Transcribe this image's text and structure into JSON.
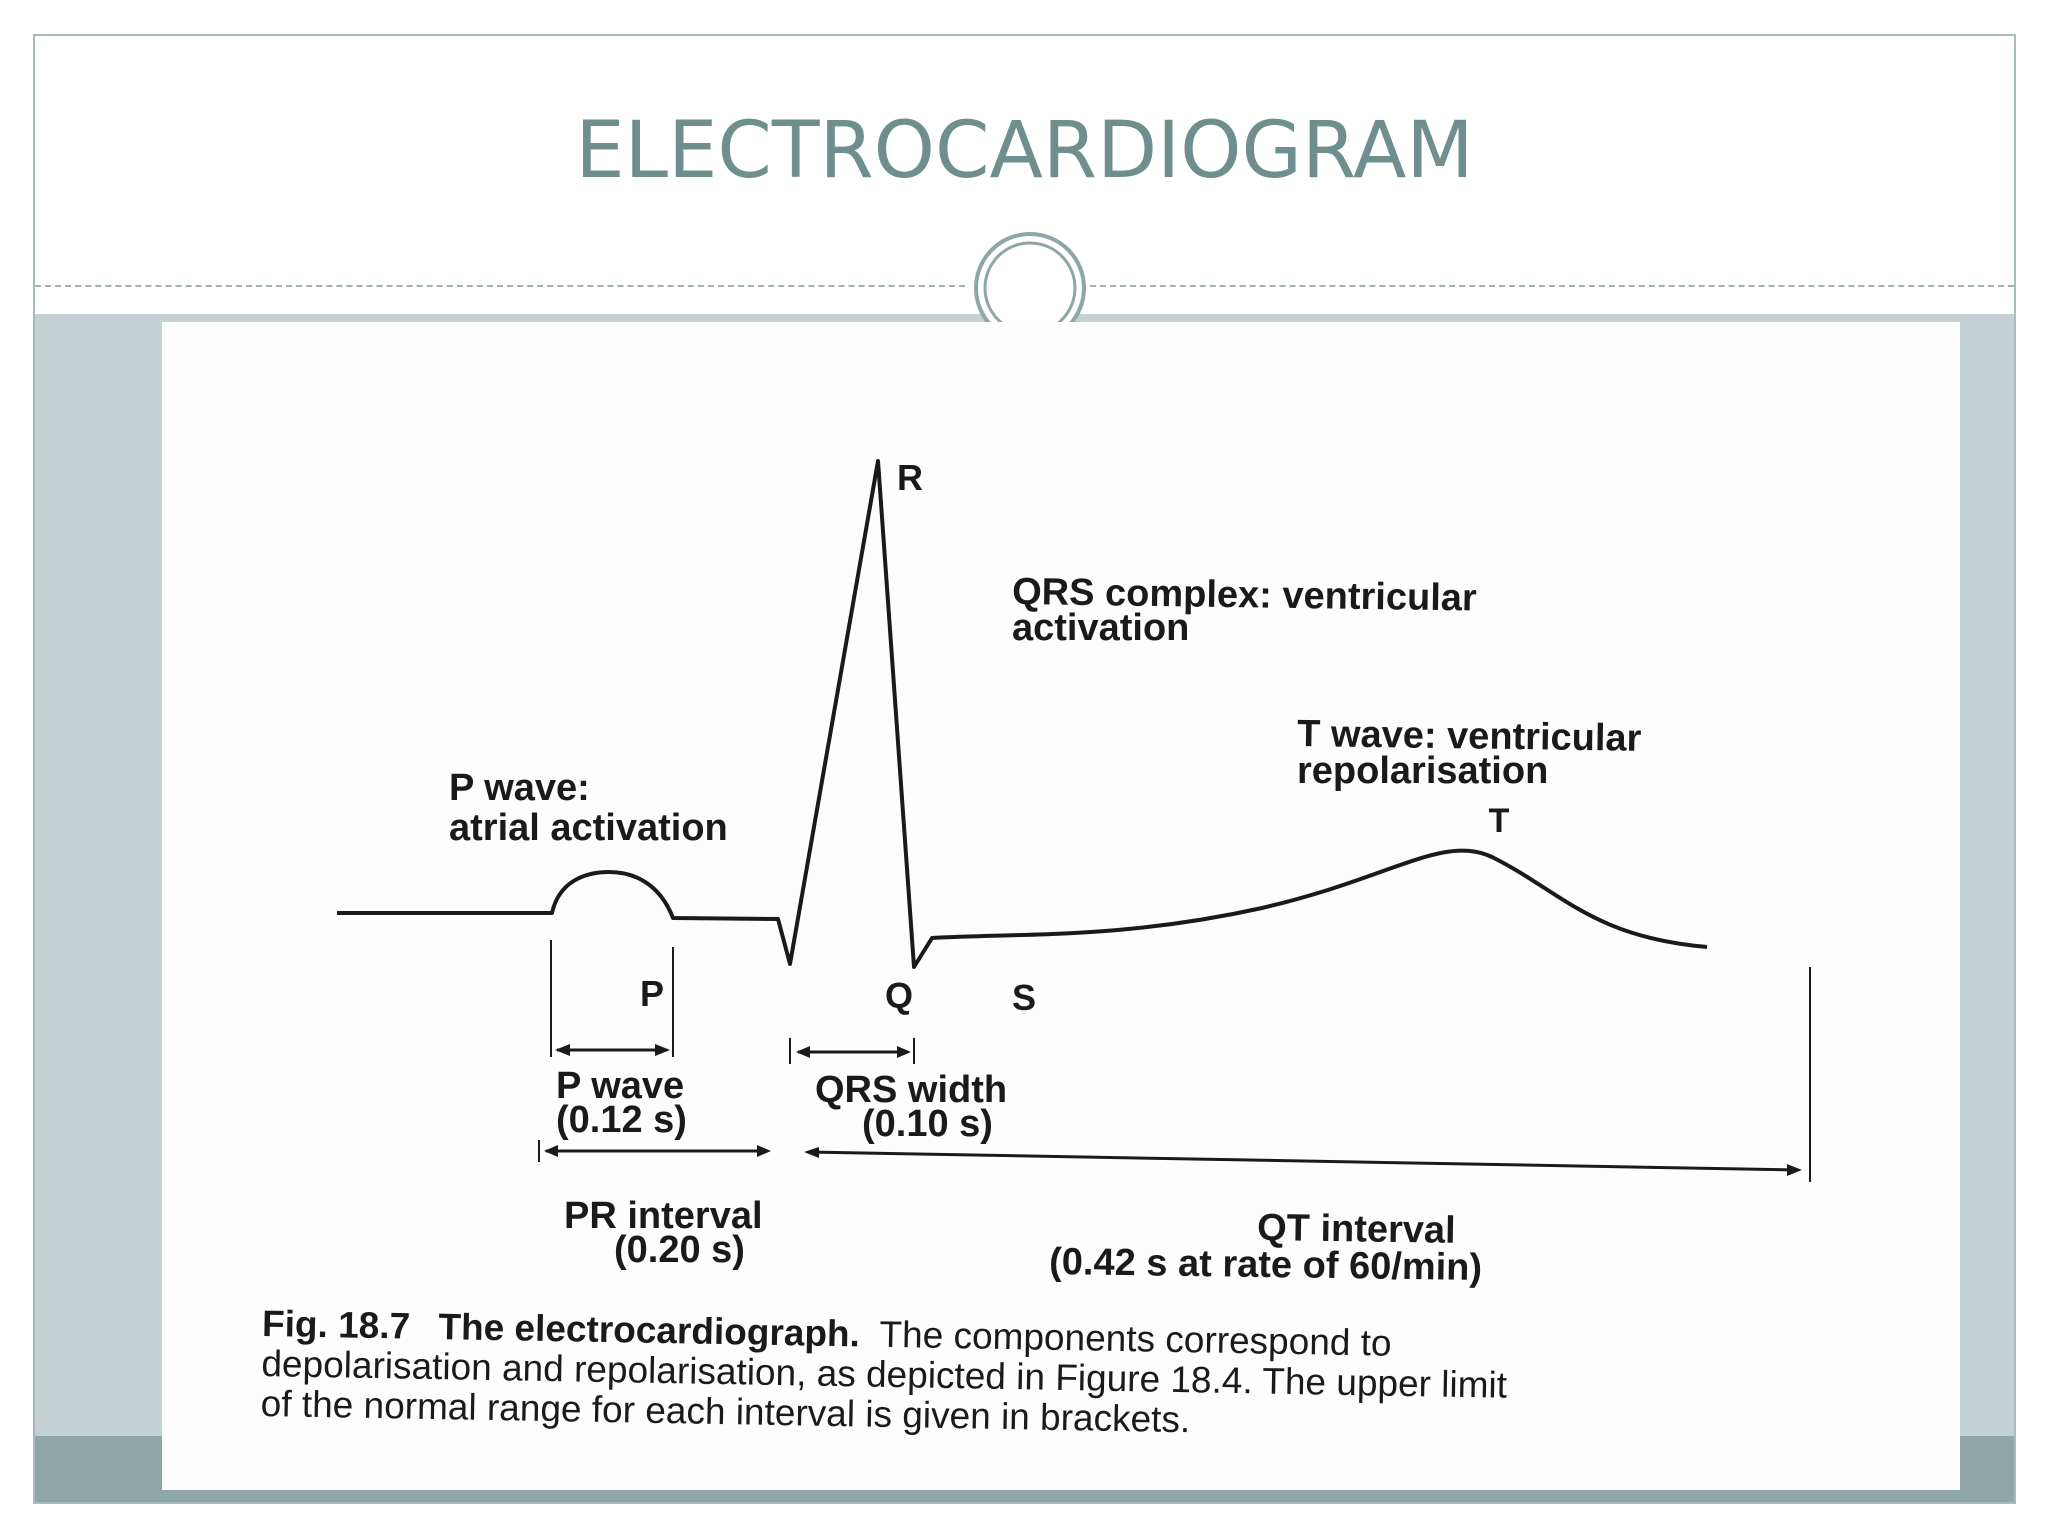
{
  "slide": {
    "title": "ELECTROCARDIOGRAM",
    "colors": {
      "title": "#6f8f8e",
      "band": "#c3d1d2",
      "bottom_band": "#8fa7a7"
    }
  },
  "figure": {
    "labels": {
      "r": "R",
      "qrs_complex_line1": "QRS complex: ventricular",
      "qrs_complex_line2": "activation",
      "t_wave_line1": "T wave: ventricular",
      "t_wave_line2": "repolarisation",
      "t": "T",
      "p_wave_line1": "P wave:",
      "p_wave_line2": "atrial activation",
      "p": "P",
      "q": "Q",
      "s": "S",
      "p_wave_interval": "P wave",
      "p_wave_duration": "(0.12 s)",
      "qrs_width": "QRS width",
      "qrs_duration": "(0.10 s)",
      "pr_interval": "PR interval",
      "pr_duration": "(0.20 s)",
      "qt_interval": "QT interval",
      "qt_duration": "(0.42 s at rate of 60/min)"
    },
    "caption": {
      "fig_number": "Fig. 18.7",
      "fig_title": "The electrocardiograph.",
      "line1_rest": "The components correspond to",
      "line2": "depolarisation and repolarisation, as depicted in Figure 18.4. The upper limit",
      "line3": "of the normal range for each interval is given in brackets."
    }
  }
}
